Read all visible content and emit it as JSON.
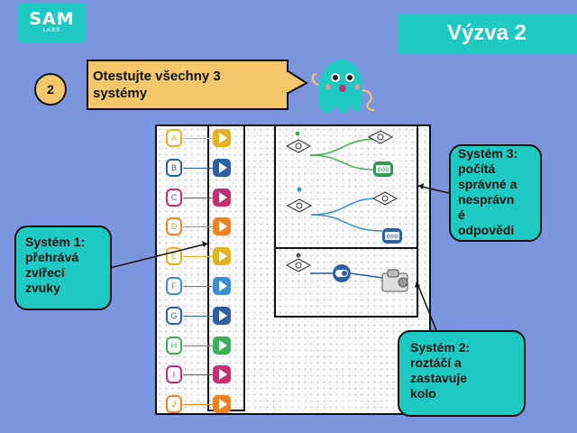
{
  "logo": {
    "text": "SAM",
    "subtext": "LABS"
  },
  "header": {
    "title": "Výzva 2"
  },
  "instruction": {
    "step": "2",
    "text_line1": "Otestujte všechny 3",
    "text_line2": "systémy"
  },
  "buttons": [
    {
      "label": "A",
      "color": "#e1b320",
      "play_color": "#e1b320"
    },
    {
      "label": "B",
      "color": "#2e5fa3",
      "play_color": "#2e5fa3"
    },
    {
      "label": "C",
      "color": "#c2306e",
      "play_color": "#c2306e"
    },
    {
      "label": "D",
      "color": "#f08224",
      "play_color": "#f08224"
    },
    {
      "label": "E",
      "color": "#e1b320",
      "play_color": "#e1b320"
    },
    {
      "label": "F",
      "color": "#3d8fd0",
      "play_color": "#3d8fd0"
    },
    {
      "label": "G",
      "color": "#2e5fa3",
      "play_color": "#2e5fa3"
    },
    {
      "label": "H",
      "color": "#3fae5b",
      "play_color": "#3fae5b"
    },
    {
      "label": "I",
      "color": "#c2306e",
      "play_color": "#c2306e"
    },
    {
      "label": "J",
      "color": "#f08224",
      "play_color": "#f08224"
    }
  ],
  "callouts": {
    "system1": {
      "line1": "Systém 1:",
      "line2": "přehrává",
      "line3": "zvířecí",
      "line4": "zvuky"
    },
    "system2": {
      "line1": "Systém 2:",
      "line2": "roztáčí a",
      "line3": "zastavuje",
      "line4": "kolo"
    },
    "system3": {
      "line1": "Systém 3:",
      "line2": "počítá",
      "line3": "správné a",
      "line4": "nesprávn",
      "line5": "é",
      "line6": "odpovědi"
    }
  },
  "counter_display": "000",
  "colors": {
    "background": "#7b96de",
    "accent": "#1ec9c1",
    "bubble": "#f6c66a",
    "green": "#3fae5b",
    "blue": "#3d8fd0",
    "navy": "#2e5fa3"
  }
}
